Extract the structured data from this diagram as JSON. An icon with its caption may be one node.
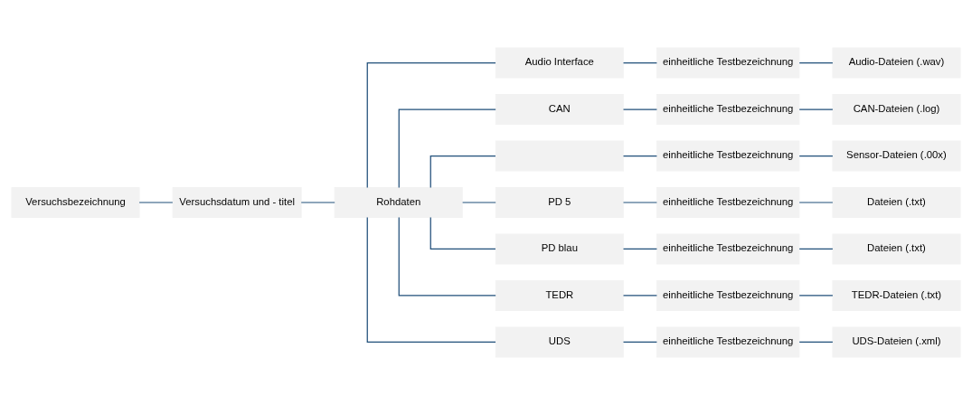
{
  "diagram": {
    "nodes": [
      {
        "text": [
          "Versuchsbezeichnung"
        ]
      },
      {
        "text": [
          "Versuchsdatum und - titel"
        ]
      },
      {
        "text": [
          "Rohdaten"
        ]
      },
      {
        "text": [
          "Audio Interface"
        ]
      },
      {
        "text": [
          "einheitliche Testbezeichnung"
        ]
      },
      {
        "text": [
          "Audio-Dateien (.wav)"
        ]
      },
      {
        "text": [
          "CAN"
        ]
      },
      {
        "text": [
          "einheitliche Testbezeichnung"
        ]
      },
      {
        "text": [
          "CAN-Dateien (.log)"
        ]
      },
      {
        "text": [],
        "shape": "box"
      },
      {
        "text": [
          "einheitliche Testbezeichnung"
        ]
      },
      {
        "text": [
          "Sensor-Dateien (.00x)"
        ]
      },
      {
        "text": [
          "PD 5"
        ]
      },
      {
        "text": [
          "einheitliche Testbezeichnung"
        ]
      },
      {
        "text": [
          "Dateien (.txt)"
        ]
      },
      {
        "text": [
          "PD blau"
        ]
      },
      {
        "text": [
          "einheitliche Testbezeichnung"
        ]
      },
      {
        "text": [
          "Dateien (.txt)"
        ]
      },
      {
        "text": [
          "TEDR"
        ]
      },
      {
        "text": [
          "einheitliche Testbezeichnung"
        ]
      },
      {
        "text": [
          "TEDR-Dateien (.txt)"
        ]
      },
      {
        "text": [
          "UDS"
        ]
      },
      {
        "text": [
          "einheitliche Testbezeichnung"
        ]
      },
      {
        "text": [
          "UDS-Dateien (.xml)"
        ]
      }
    ],
    "edges": [
      {
        "from": 0,
        "to": 1,
        "arrow": "none"
      },
      {
        "from": 1,
        "to": 2,
        "arrow": "none"
      },
      {
        "from": 2,
        "to": 3,
        "arrow": "none"
      },
      {
        "from": 2,
        "to": 6,
        "arrow": "none"
      },
      {
        "from": 2,
        "to": 9,
        "arrow": "none"
      },
      {
        "from": 2,
        "to": 12,
        "arrow": "none"
      },
      {
        "from": 2,
        "to": 15,
        "arrow": "none"
      },
      {
        "from": 2,
        "to": 18,
        "arrow": "none"
      },
      {
        "from": 2,
        "to": 21,
        "arrow": "none"
      },
      {
        "from": 3,
        "to": 4,
        "arrow": "none"
      },
      {
        "from": 4,
        "to": 5,
        "arrow": "none"
      },
      {
        "from": 6,
        "to": 7,
        "arrow": "none"
      },
      {
        "from": 7,
        "to": 8,
        "arrow": "none"
      },
      {
        "from": 9,
        "to": 10,
        "arrow": "none"
      },
      {
        "from": 10,
        "to": 11,
        "arrow": "none"
      },
      {
        "from": 12,
        "to": 13,
        "arrow": "none"
      },
      {
        "from": 13,
        "to": 14,
        "arrow": "none"
      },
      {
        "from": 15,
        "to": 16,
        "arrow": "none"
      },
      {
        "from": 16,
        "to": 17,
        "arrow": "none"
      },
      {
        "from": 18,
        "to": 19,
        "arrow": "none"
      },
      {
        "from": 19,
        "to": 20,
        "arrow": "none"
      },
      {
        "from": 21,
        "to": 22,
        "arrow": "none"
      },
      {
        "from": 22,
        "to": 23,
        "arrow": "none"
      }
    ]
  }
}
